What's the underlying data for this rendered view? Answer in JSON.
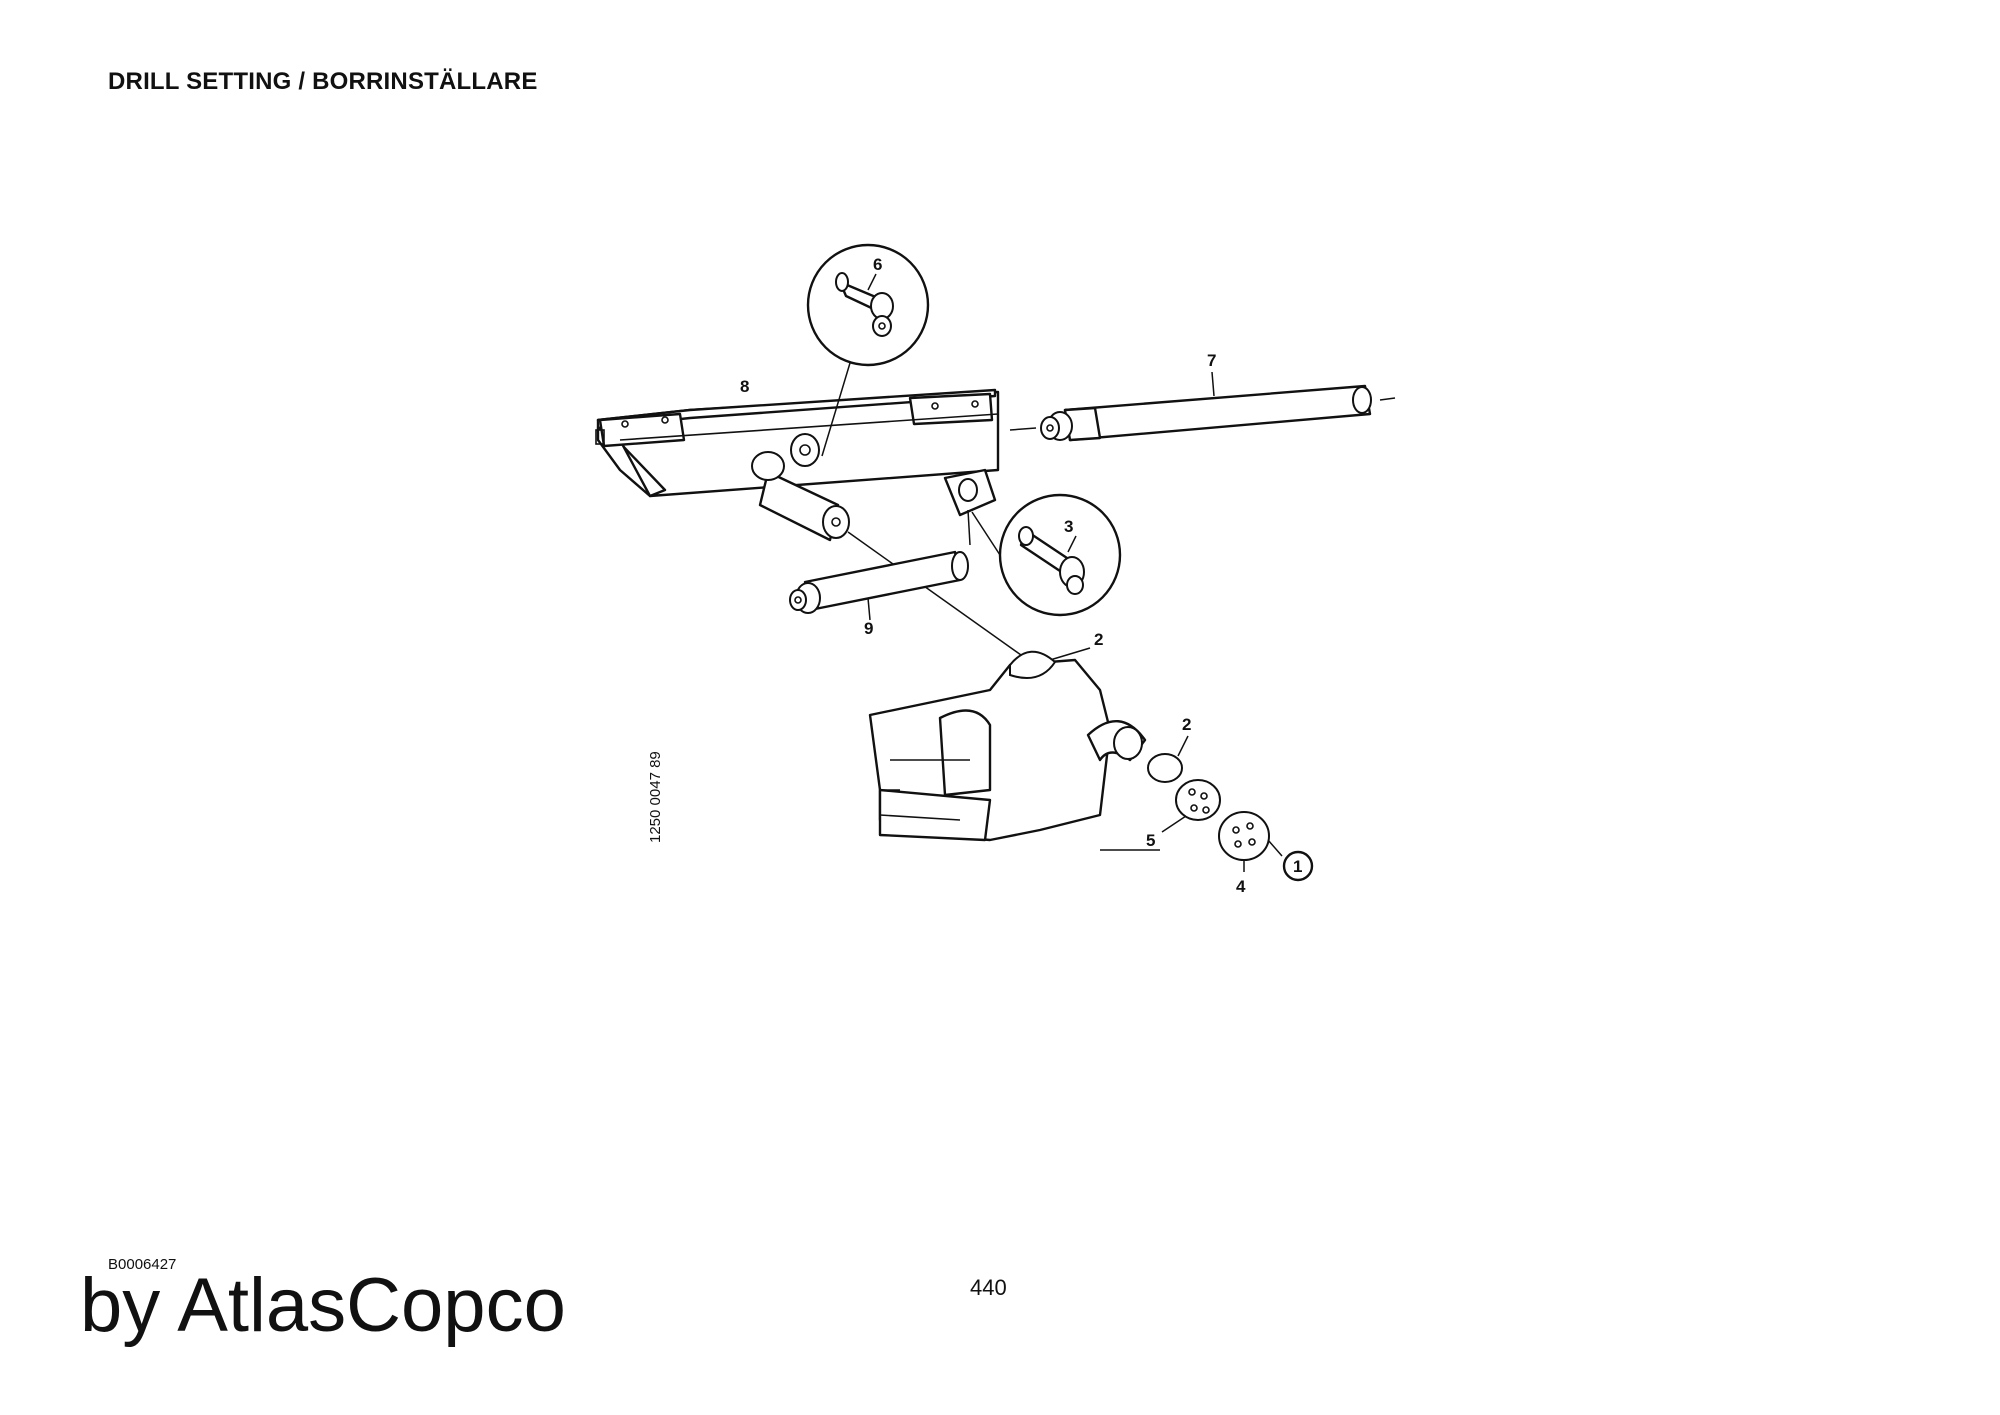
{
  "header": {
    "title": "DRILL SETTING / BORRINSTÄLLARE"
  },
  "footer": {
    "doc_code": "B0006427",
    "page_number": "440",
    "brand": "by AtlasCopco"
  },
  "diagram": {
    "drawing_number": "1250 0047 89",
    "callouts": {
      "c1": "1",
      "c2a": "2",
      "c2b": "2",
      "c3": "3",
      "c4": "4",
      "c5": "5",
      "c6": "6",
      "c7": "7",
      "c8": "8",
      "c9": "9"
    }
  }
}
